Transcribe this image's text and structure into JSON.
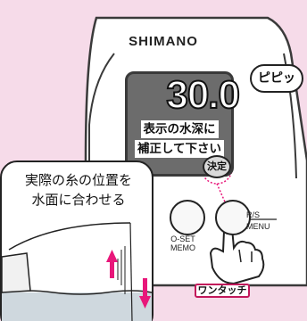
{
  "device": {
    "brand": "SHIMANO",
    "depth_value": "30.0",
    "display_message": [
      "表示の水深に",
      "補正して下さい"
    ],
    "confirm_label": "決定",
    "beep_sound": "ピピッ"
  },
  "buttons": {
    "oset_memo_label": [
      "O-SET",
      "MEMO"
    ],
    "rs_label": "R/S",
    "menu_label": "MENU",
    "one_touch_tag": "ワンタッチ"
  },
  "inset": {
    "instruction": [
      "実際の糸の位置を",
      "水面に合わせる"
    ]
  },
  "colors": {
    "background": "#f6dbe9",
    "accent": "#e8177a",
    "screen": "#6c6c6c"
  },
  "icons": [
    "hand-pointer-icon",
    "up-arrow-icon",
    "down-arrow-icon",
    "fishing-line-icon"
  ]
}
